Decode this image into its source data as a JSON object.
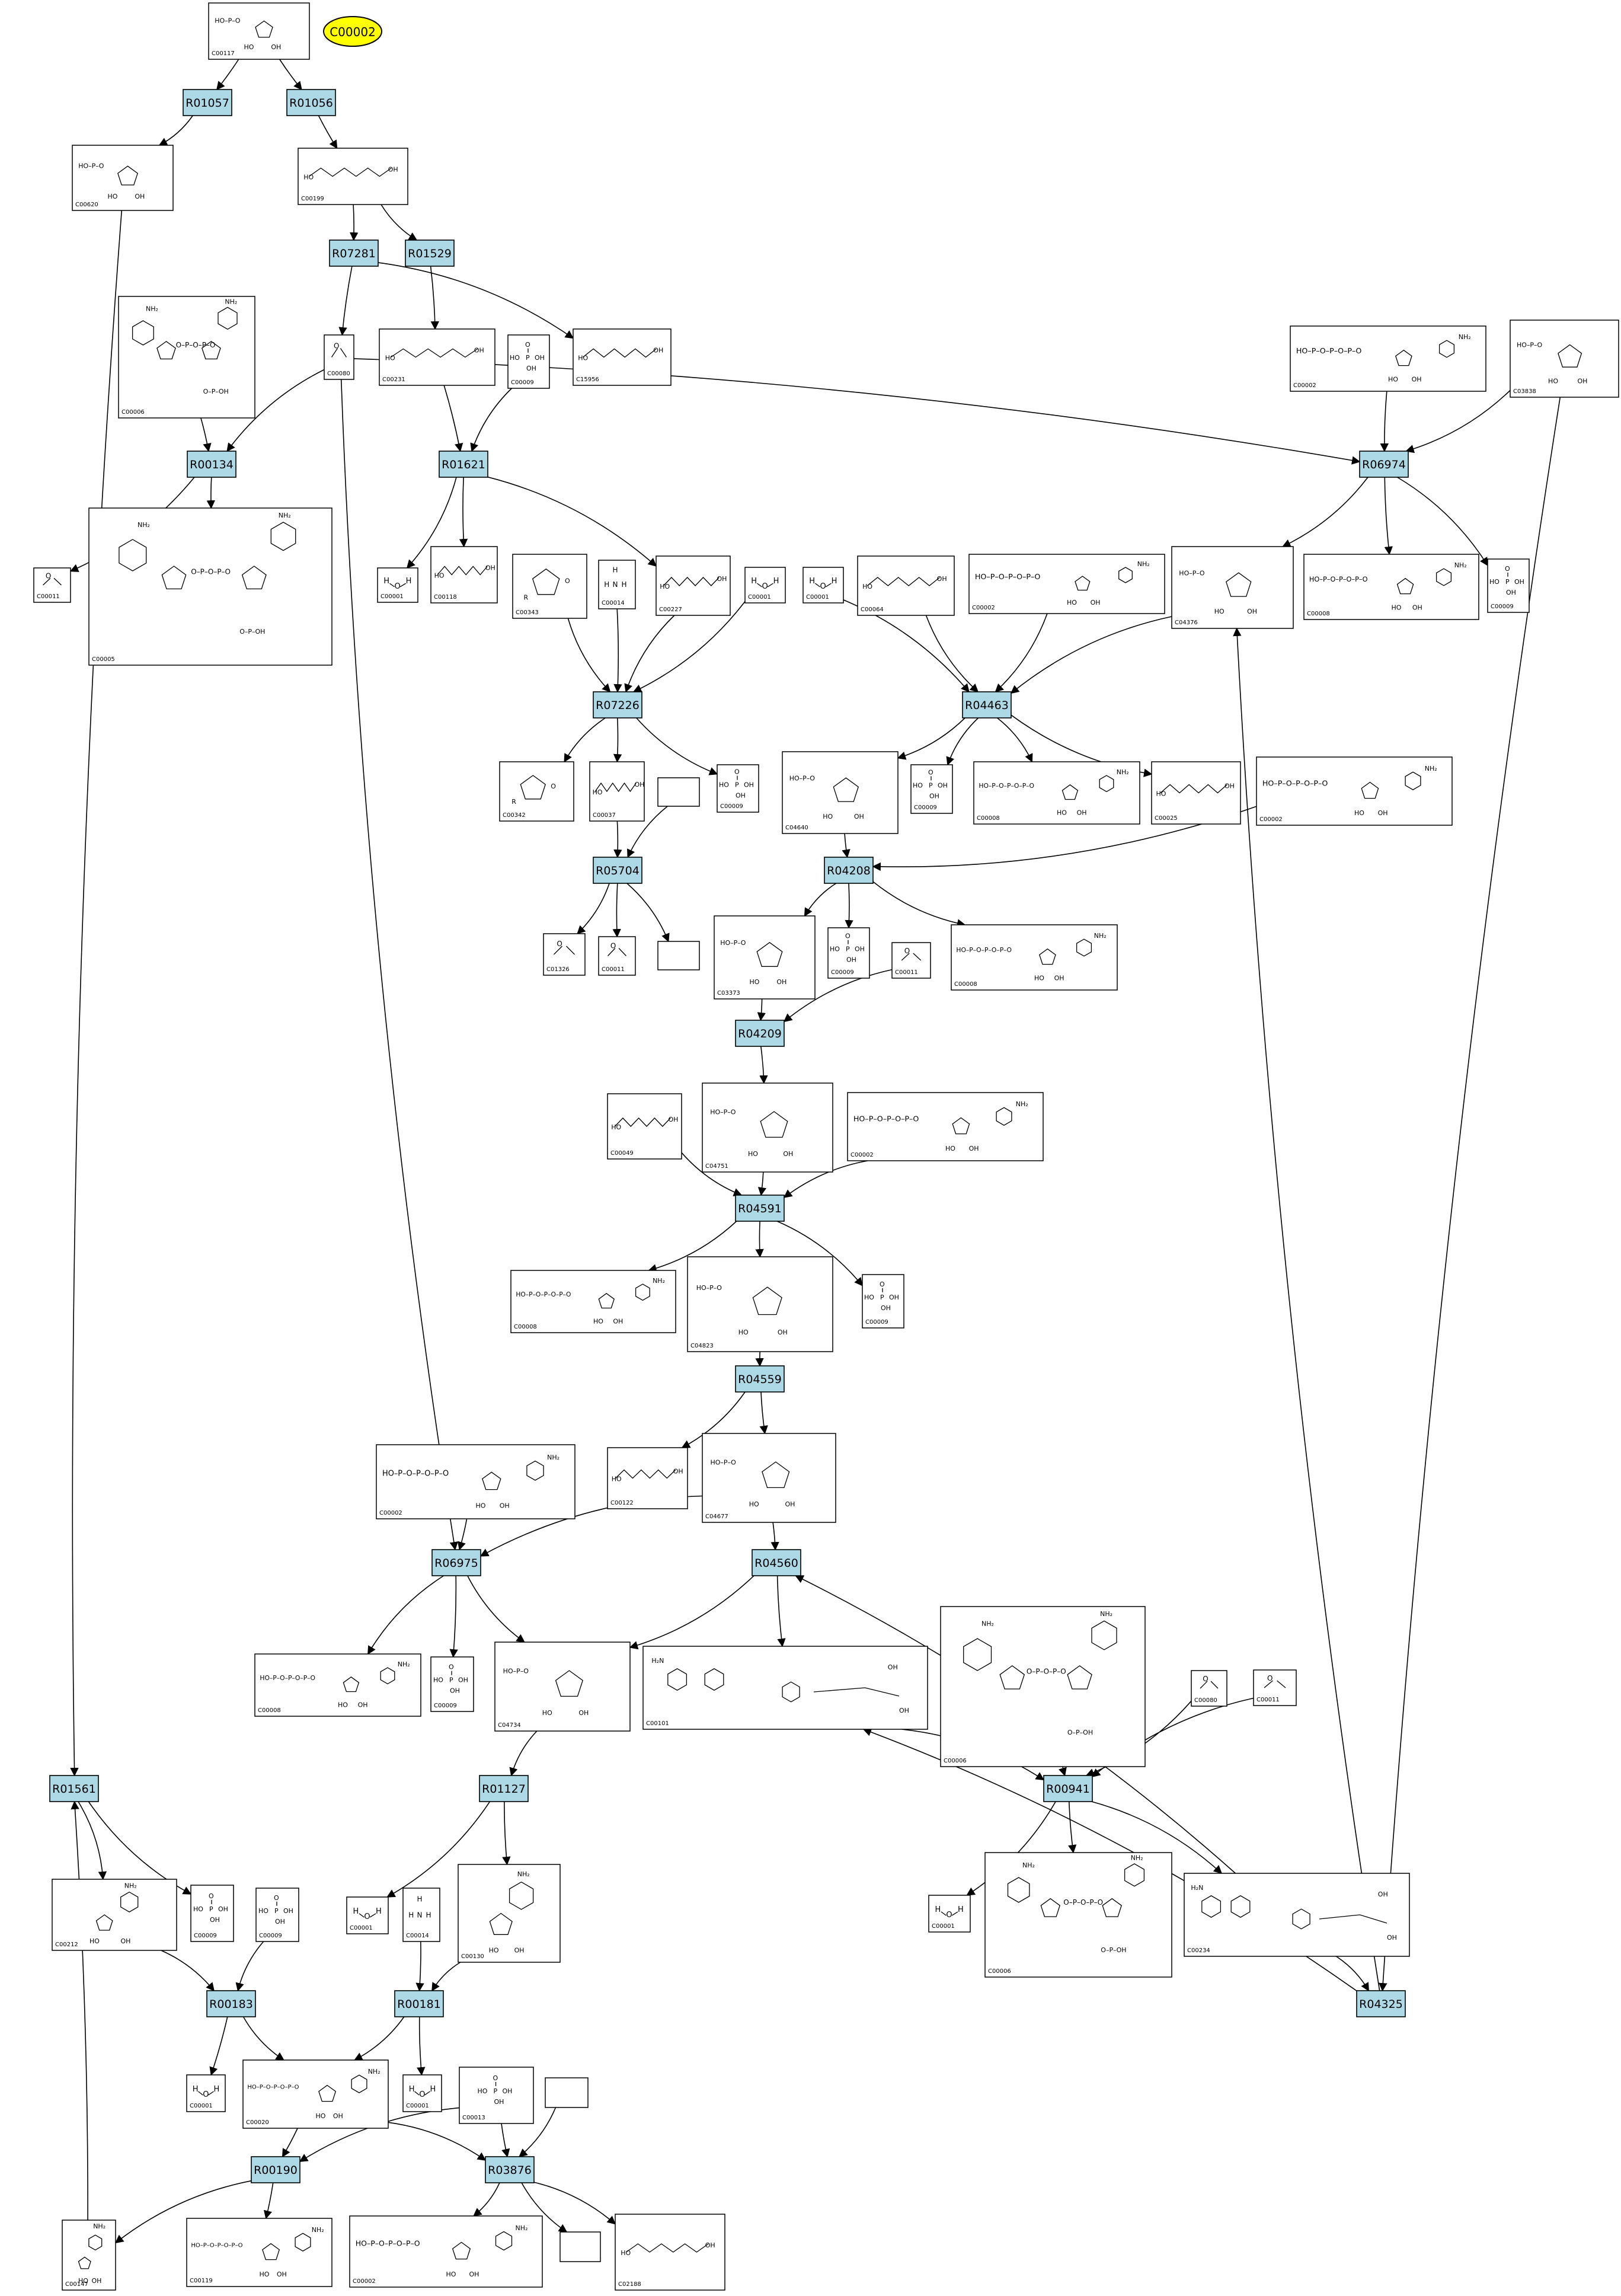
{
  "start_label": "C00002",
  "colors": {
    "reaction_fill": "#add8e6",
    "start_fill": "#ffff00",
    "edge": "#000000",
    "box_stroke": "#000000"
  },
  "reactions": [
    "R01057",
    "R01056",
    "R07281",
    "R01529",
    "R00134",
    "R01621",
    "R06974",
    "R07226",
    "R04463",
    "R05704",
    "R04208",
    "R04209",
    "R04591",
    "R04559",
    "R06975",
    "R04560",
    "R01561",
    "R01127",
    "R00941",
    "R00183",
    "R00181",
    "R04325",
    "R00190",
    "R03876"
  ],
  "compounds": [
    {
      "id": "C00117",
      "label": "C00117"
    },
    {
      "id": "C00620",
      "label": "C00620"
    },
    {
      "id": "C00199",
      "label": "C00199"
    },
    {
      "id": "C00006a",
      "label": "C00006"
    },
    {
      "id": "C00080a",
      "label": "C00080"
    },
    {
      "id": "C00231",
      "label": "C00231"
    },
    {
      "id": "C00009a",
      "label": "C00009"
    },
    {
      "id": "C15956",
      "label": "C15956"
    },
    {
      "id": "C00002a",
      "label": "C00002"
    },
    {
      "id": "C03838",
      "label": "C03838"
    },
    {
      "id": "C00011a",
      "label": "C00011"
    },
    {
      "id": "C00005",
      "label": "C00005"
    },
    {
      "id": "C00001a",
      "label": "C00001"
    },
    {
      "id": "C00118",
      "label": "C00118"
    },
    {
      "id": "C00343",
      "label": "C00343"
    },
    {
      "id": "C00014a",
      "label": "C00014"
    },
    {
      "id": "C00227",
      "label": "C00227"
    },
    {
      "id": "C00001b",
      "label": "C00001"
    },
    {
      "id": "C00001c",
      "label": "C00001"
    },
    {
      "id": "C00064",
      "label": "C00064"
    },
    {
      "id": "C00002b",
      "label": "C00002"
    },
    {
      "id": "C04376",
      "label": "C04376"
    },
    {
      "id": "C00008a",
      "label": "C00008"
    },
    {
      "id": "C00009b",
      "label": "C00009"
    },
    {
      "id": "C00342",
      "label": "C00342"
    },
    {
      "id": "C00037",
      "label": "C00037"
    },
    {
      "id": "C00009c",
      "label": "C00009"
    },
    {
      "id": "C04640",
      "label": "C04640"
    },
    {
      "id": "C00009d",
      "label": "C00009"
    },
    {
      "id": "C00008b",
      "label": "C00008"
    },
    {
      "id": "C00025",
      "label": "C00025"
    },
    {
      "id": "C00002c",
      "label": "C00002"
    },
    {
      "id": "C01326",
      "label": "C01326"
    },
    {
      "id": "C00011b",
      "label": "C00011"
    },
    {
      "id": "C03373",
      "label": "C03373"
    },
    {
      "id": "C00009e",
      "label": "C00009"
    },
    {
      "id": "C00011c",
      "label": "C00011"
    },
    {
      "id": "C00008c",
      "label": "C00008"
    },
    {
      "id": "C00049",
      "label": "C00049"
    },
    {
      "id": "C04751",
      "label": "C04751"
    },
    {
      "id": "C00002d",
      "label": "C00002"
    },
    {
      "id": "C00008d",
      "label": "C00008"
    },
    {
      "id": "C04823",
      "label": "C04823"
    },
    {
      "id": "C00009f",
      "label": "C00009"
    },
    {
      "id": "C00122",
      "label": "C00122"
    },
    {
      "id": "C04677",
      "label": "C04677"
    },
    {
      "id": "C00002e",
      "label": "C00002"
    },
    {
      "id": "C00008e",
      "label": "C00008"
    },
    {
      "id": "C00009g",
      "label": "C00009"
    },
    {
      "id": "C04734",
      "label": "C04734"
    },
    {
      "id": "C00101",
      "label": "C00101"
    },
    {
      "id": "C00006b",
      "label": "C00006"
    },
    {
      "id": "C00080b",
      "label": "C00080"
    },
    {
      "id": "C00011d",
      "label": "C00011"
    },
    {
      "id": "C00212",
      "label": "C00212"
    },
    {
      "id": "C00009h",
      "label": "C00009"
    },
    {
      "id": "C00009i",
      "label": "C00009"
    },
    {
      "id": "C00001d",
      "label": "C00001"
    },
    {
      "id": "C00014b",
      "label": "C00014"
    },
    {
      "id": "C00130",
      "label": "C00130"
    },
    {
      "id": "C00001e",
      "label": "C00001"
    },
    {
      "id": "C00006c",
      "label": "C00006"
    },
    {
      "id": "C00234",
      "label": "C00234"
    },
    {
      "id": "C00001f",
      "label": "C00001"
    },
    {
      "id": "C00020",
      "label": "C00020"
    },
    {
      "id": "C00001g",
      "label": "C00001"
    },
    {
      "id": "C00013",
      "label": "C00013"
    },
    {
      "id": "C00147",
      "label": "C00147"
    },
    {
      "id": "C00119",
      "label": "C00119"
    },
    {
      "id": "C00002f",
      "label": "C00002"
    },
    {
      "id": "C02188",
      "label": "C02188"
    }
  ],
  "edges": [
    [
      "C00117",
      "R01057"
    ],
    [
      "C00117",
      "R01056"
    ],
    [
      "R01057",
      "C00620"
    ],
    [
      "R01056",
      "C00199"
    ],
    [
      "C00199",
      "R07281"
    ],
    [
      "C00199",
      "R01529"
    ],
    [
      "R01529",
      "C00231"
    ],
    [
      "R07281",
      "C00080a"
    ],
    [
      "R07281",
      "C15956"
    ],
    [
      "C00620",
      "R01561"
    ],
    [
      "C00006a",
      "R00134"
    ],
    [
      "C00080a",
      "R00134"
    ],
    [
      "R00134",
      "C00011a"
    ],
    [
      "R00134",
      "C00005"
    ],
    [
      "C00080a",
      "R06974"
    ],
    [
      "C00080a",
      "R06975"
    ],
    [
      "C00231",
      "R01621"
    ],
    [
      "C00009a",
      "R01621"
    ],
    [
      "R01621",
      "C00001a"
    ],
    [
      "R01621",
      "C00118"
    ],
    [
      "R01621",
      "C00227"
    ],
    [
      "C00002a",
      "R06974"
    ],
    [
      "C03838",
      "R06974"
    ],
    [
      "C03838",
      "R04325"
    ],
    [
      "R06974",
      "C04376"
    ],
    [
      "R06974",
      "C00008a"
    ],
    [
      "R06974",
      "C00009b"
    ],
    [
      "C00343",
      "R07226"
    ],
    [
      "C00014a",
      "R07226"
    ],
    [
      "C00227",
      "R07226"
    ],
    [
      "C00001b",
      "R07226"
    ],
    [
      "R07226",
      "C00342"
    ],
    [
      "R07226",
      "C00037"
    ],
    [
      "R07226",
      "C00009c"
    ],
    [
      "C00001c",
      "R04463"
    ],
    [
      "C00064",
      "R04463"
    ],
    [
      "C00002b",
      "R04463"
    ],
    [
      "C04376",
      "R04463"
    ],
    [
      "R04463",
      "C04640"
    ],
    [
      "R04463",
      "C00009d"
    ],
    [
      "R04463",
      "C00008b"
    ],
    [
      "R04463",
      "C00025"
    ],
    [
      "C00037",
      "R05704"
    ],
    [
      "BLANK1",
      "R05704"
    ],
    [
      "R05704",
      "C01326"
    ],
    [
      "R05704",
      "C00011b"
    ],
    [
      "R05704",
      "BLANK2"
    ],
    [
      "C04640",
      "R04208"
    ],
    [
      "C00002c",
      "R04208"
    ],
    [
      "R04208",
      "C03373"
    ],
    [
      "R04208",
      "C00009e"
    ],
    [
      "R04208",
      "C00008c"
    ],
    [
      "C03373",
      "R04209"
    ],
    [
      "C00011c",
      "R04209"
    ],
    [
      "R04209",
      "C04751"
    ],
    [
      "C00049",
      "R04591"
    ],
    [
      "C04751",
      "R04591"
    ],
    [
      "C00002d",
      "R04591"
    ],
    [
      "R04591",
      "C00008d"
    ],
    [
      "R04591",
      "C04823"
    ],
    [
      "R04591",
      "C00009f"
    ],
    [
      "C04823",
      "R04559"
    ],
    [
      "R04559",
      "C00122"
    ],
    [
      "R04559",
      "C04677"
    ],
    [
      "C00002e",
      "R06975"
    ],
    [
      "C04677",
      "R06975"
    ],
    [
      "C04677",
      "R04560"
    ],
    [
      "R06975",
      "C00008e"
    ],
    [
      "R06975",
      "C00009g"
    ],
    [
      "R06975",
      "C04734"
    ],
    [
      "R04560",
      "C04734"
    ],
    [
      "R04560",
      "C00101"
    ],
    [
      "C00101",
      "R00941"
    ],
    [
      "C00006b",
      "R00941"
    ],
    [
      "C00080b",
      "R00941"
    ],
    [
      "C00011d",
      "R00941"
    ],
    [
      "R00941",
      "C00001f"
    ],
    [
      "R00941",
      "C00006c"
    ],
    [
      "R00941",
      "C00234"
    ],
    [
      "C00234",
      "R04560"
    ],
    [
      "C00234",
      "R04325"
    ],
    [
      "R04325",
      "C00101"
    ],
    [
      "R04325",
      "C04376"
    ],
    [
      "C04734",
      "R01127"
    ],
    [
      "R01127",
      "C00001d"
    ],
    [
      "R01127",
      "C00130"
    ],
    [
      "R01561",
      "C00212"
    ],
    [
      "R01561",
      "C00009h"
    ],
    [
      "C00212",
      "R00183"
    ],
    [
      "C00009i",
      "R00183"
    ],
    [
      "R00183",
      "C00001e"
    ],
    [
      "R00183",
      "C00020"
    ],
    [
      "C00014b",
      "R00181"
    ],
    [
      "C00130",
      "R00181"
    ],
    [
      "R00181",
      "C00020"
    ],
    [
      "R00181",
      "C00001g"
    ],
    [
      "C00020",
      "R00190"
    ],
    [
      "C00013",
      "R00190"
    ],
    [
      "C00020",
      "R03876"
    ],
    [
      "C00013",
      "R03876"
    ],
    [
      "BLANK3",
      "R03876"
    ],
    [
      "R00190",
      "C00147"
    ],
    [
      "R00190",
      "C00119"
    ],
    [
      "C00147",
      "R01561"
    ],
    [
      "R03876",
      "C00002f"
    ],
    [
      "R03876",
      "BLANK4"
    ],
    [
      "R03876",
      "C02188"
    ]
  ]
}
